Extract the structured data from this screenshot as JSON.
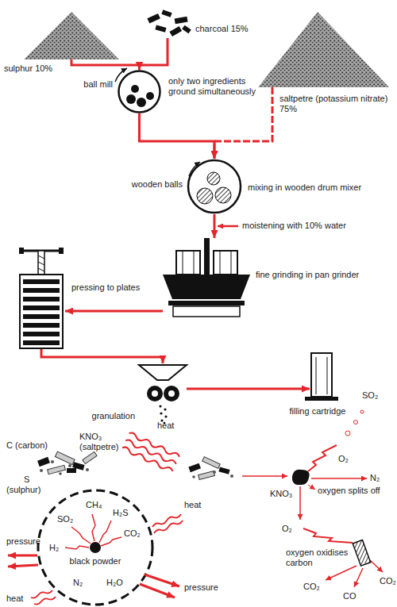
{
  "diagram": {
    "nodes": [
      {
        "text": [
          "sulphur 10%"
        ]
      },
      {
        "text": [
          "charcoal 15%"
        ]
      },
      {
        "text": [
          "ball mill",
          "only two ingredients ground simultaneously"
        ]
      },
      {
        "text": [
          "saltpetre (potassium nitrate) 75%"
        ]
      },
      {
        "text": [
          "wooden balls",
          "mixing in wooden drum mixer"
        ]
      },
      {
        "text": [
          "fine grinding in pan grinder"
        ]
      },
      {
        "text": [
          "pressing to plates"
        ]
      },
      {
        "text": [
          "granulation"
        ]
      },
      {
        "text": [
          "filling cartridge"
        ]
      }
    ],
    "edges": [
      {
        "from": 0,
        "to": 2,
        "arrow": "to"
      },
      {
        "from": 1,
        "to": 2,
        "arrow": "to"
      },
      {
        "from": 2,
        "to": 4,
        "arrow": "to"
      },
      {
        "from": 3,
        "to": 4,
        "arrow": "to"
      },
      {
        "from": 4,
        "to": 5,
        "arrow": "to"
      },
      {
        "from": 5,
        "to": 6,
        "arrow": "to"
      },
      {
        "from": 6,
        "to": 7,
        "arrow": "to"
      },
      {
        "from": 7,
        "to": 8,
        "arrow": "to"
      }
    ],
    "labels": [
      "moistening with 10% water",
      "C (carbon)",
      "KNO₃",
      "(saltpetre)",
      "S",
      "(sulphur)",
      "heat",
      "SO₂",
      "O₂",
      "N₂",
      "KNO₃",
      "oxygen splits off",
      "O₂",
      "oxygen oxidises carbon",
      "CO₂",
      "CO₂",
      "CO",
      "heat",
      "SO₂",
      "CH₄",
      "H₂S",
      "H₂",
      "CO₂",
      "black powder",
      "N₂",
      "H₂O",
      "pressure",
      "pressure",
      "heat"
    ]
  }
}
